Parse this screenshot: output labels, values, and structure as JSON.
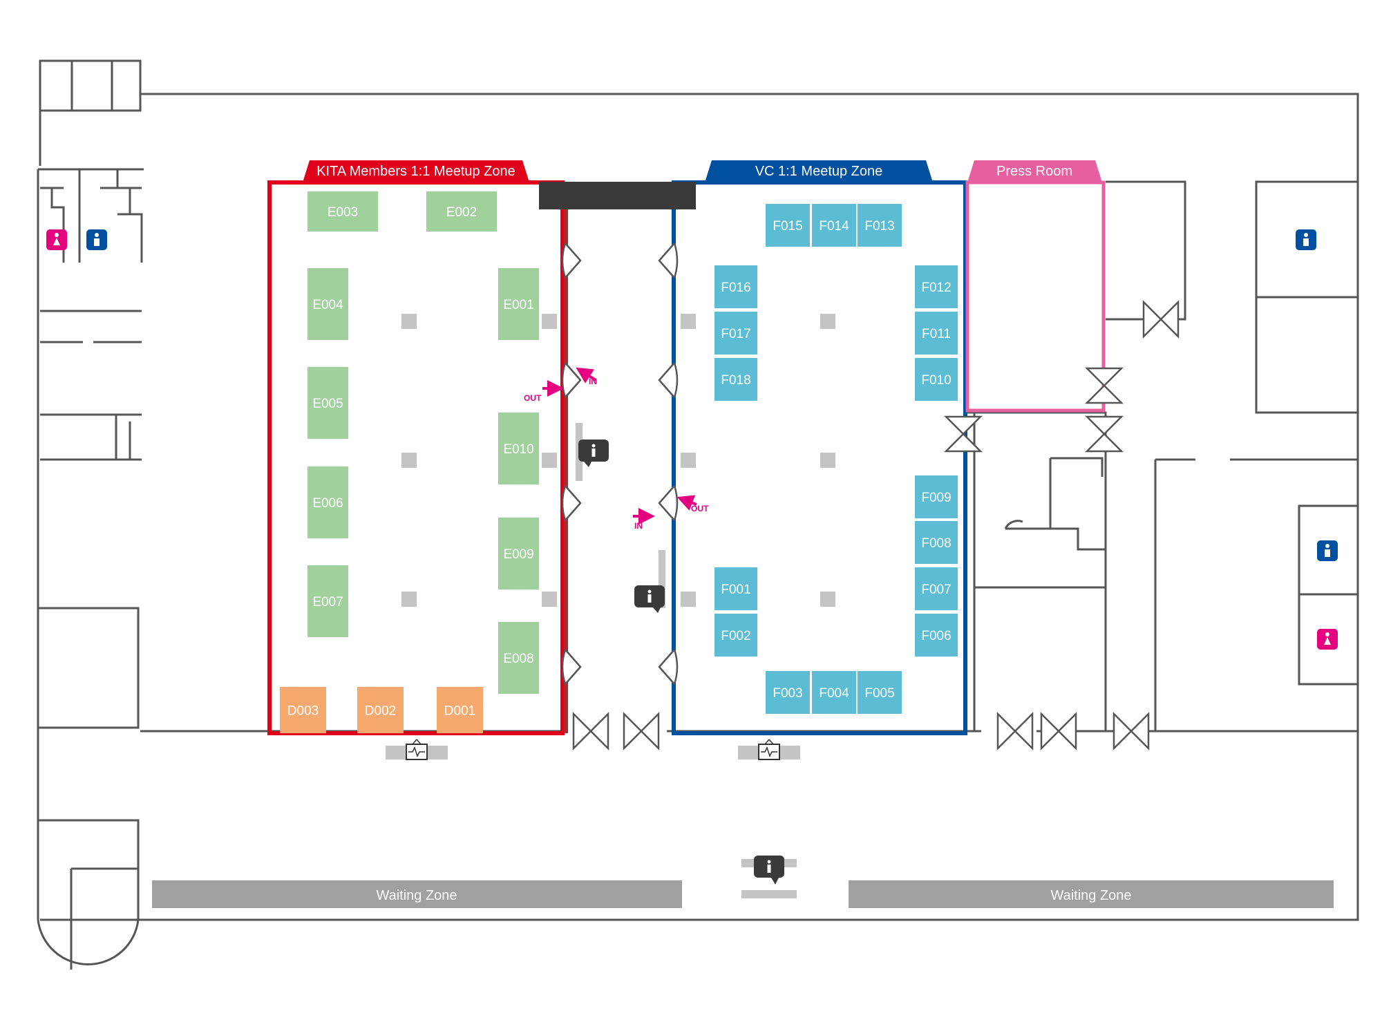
{
  "zones": {
    "kita": {
      "label": "KITA Members 1:1 Meetup Zone",
      "color": "#e0001b"
    },
    "vc": {
      "label": "VC 1:1 Meetup Zone",
      "color": "#0050a0"
    },
    "press": {
      "label": "Press Room",
      "color": "#e85f9f"
    }
  },
  "waiting": {
    "left": "Waiting Zone",
    "right": "Waiting Zone"
  },
  "flow": {
    "in_label": "IN",
    "out_label": "OUT",
    "arrow_color": "#e4007f"
  },
  "booth_colors": {
    "E": "#a0d09c",
    "D": "#f5a96f",
    "F": "#5bbcd3"
  },
  "booths_e": [
    "E001",
    "E002",
    "E003",
    "E004",
    "E005",
    "E006",
    "E007",
    "E008",
    "E009",
    "E010"
  ],
  "booths_d": [
    "D001",
    "D002",
    "D003"
  ],
  "booths_f": [
    "F001",
    "F002",
    "F003",
    "F004",
    "F005",
    "F006",
    "F007",
    "F008",
    "F009",
    "F010",
    "F011",
    "F012",
    "F013",
    "F014",
    "F015",
    "F016",
    "F017",
    "F018"
  ],
  "icons": [
    "info-icon",
    "info-icon",
    "info-icon",
    "tv-monitor-icon",
    "tv-monitor-icon",
    "restroom-female-icon",
    "restroom-male-icon",
    "restroom-male-icon",
    "restroom-male-icon",
    "restroom-female-icon"
  ]
}
